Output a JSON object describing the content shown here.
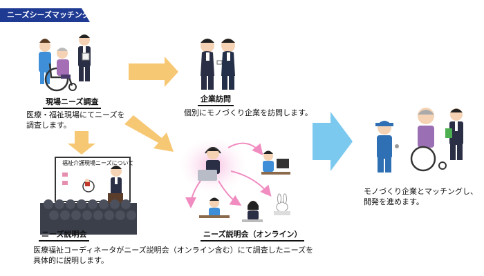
{
  "header": {
    "title": "ニーズシーズマッチング"
  },
  "steps": {
    "survey": {
      "label": "現場ニーズ調査",
      "desc": [
        "医療・福祉現場にてニーズを",
        "調査します。"
      ]
    },
    "visit": {
      "label": "企業訪問",
      "desc": [
        "個別にモノづくり企業を訪問します。"
      ]
    },
    "briefing": {
      "label": "ニーズ説明会",
      "slide_text": "福祉介護現場ニーズについて"
    },
    "online": {
      "label": "ニーズ説明会（オンライン）"
    },
    "briefing_note": [
      "医療福祉コーディネータがニーズ説明会（オンライン含む）にて調査したニーズを",
      "具体的に説明します。"
    ],
    "matching": {
      "desc": [
        "モノづくり企業とマッチングし、",
        "開発を進めます。"
      ]
    }
  },
  "colors": {
    "tag": "#1f3a93",
    "arrow_orange": "#f7c873",
    "arrow_blue": "#7cc9f0",
    "arrow_pink": "#f08cc0"
  },
  "icons": {
    "survey_scene": "nurse-elderly-wheelchair-staff-illustration",
    "visit_scene": "businessmen-exchanging-cards-illustration",
    "briefing_scene": "presenter-audience-illustration",
    "online_scene": "online-meeting-network-illustration",
    "matching_scene": "engineer-elderly-wheelchair-illustration"
  }
}
